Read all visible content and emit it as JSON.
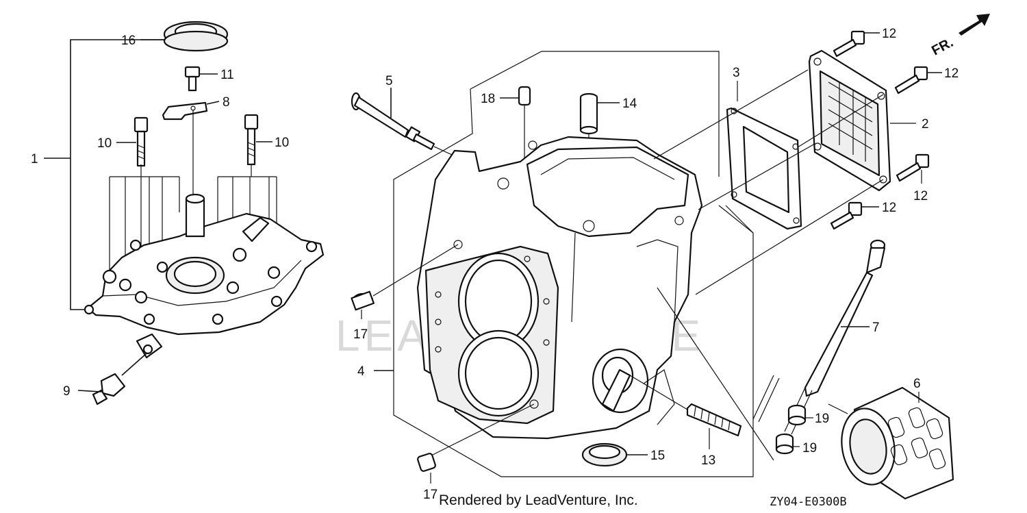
{
  "direction_label": "FR.",
  "watermark": "LEADVENTURE",
  "footer_credit": "Rendered by LeadVenture, Inc.",
  "diagram_code": "ZY04-E0300B",
  "callouts": {
    "c1": "1",
    "c2": "2",
    "c3": "3",
    "c4": "4",
    "c5": "5",
    "c6": "6",
    "c7": "7",
    "c8": "8",
    "c9": "9",
    "c10a": "10",
    "c10b": "10",
    "c11": "11",
    "c12a": "12",
    "c12b": "12",
    "c12c": "12",
    "c12d": "12",
    "c13": "13",
    "c14": "14",
    "c15": "15",
    "c16": "16",
    "c17a": "17",
    "c17b": "17",
    "c18": "18",
    "c19a": "19",
    "c19b": "19"
  }
}
